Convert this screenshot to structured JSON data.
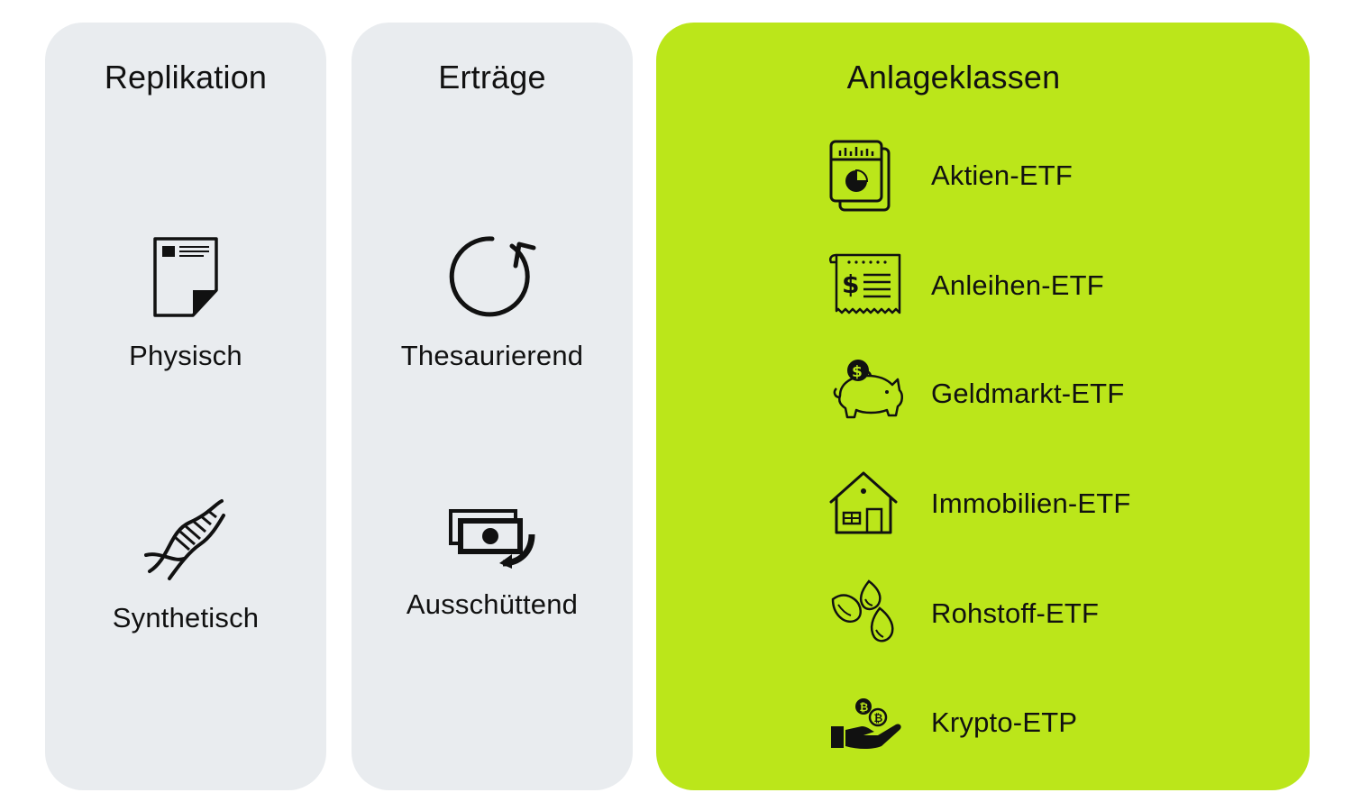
{
  "panels": {
    "replikation": {
      "title": "Replikation",
      "items": [
        {
          "label": "Physisch",
          "icon": "document-icon"
        },
        {
          "label": "Synthetisch",
          "icon": "dna-icon"
        }
      ]
    },
    "ertraege": {
      "title": "Erträge",
      "items": [
        {
          "label": "Thesaurierend",
          "icon": "refresh-icon"
        },
        {
          "label": "Ausschüttend",
          "icon": "cash-payout-icon"
        }
      ]
    },
    "anlageklassen": {
      "title": "Anlageklassen",
      "items": [
        {
          "label": "Aktien-ETF",
          "icon": "stock-report-icon"
        },
        {
          "label": "Anleihen-ETF",
          "icon": "bond-receipt-icon"
        },
        {
          "label": "Geldmarkt-ETF",
          "icon": "piggy-bank-icon"
        },
        {
          "label": "Immobilien-ETF",
          "icon": "house-icon"
        },
        {
          "label": "Rohstoff-ETF",
          "icon": "commodity-drops-icon"
        },
        {
          "label": "Krypto-ETP",
          "icon": "crypto-hand-icon"
        }
      ]
    }
  },
  "colors": {
    "panel_gray": "#e9ecef",
    "panel_green": "#bbe61a",
    "text": "#111111"
  }
}
